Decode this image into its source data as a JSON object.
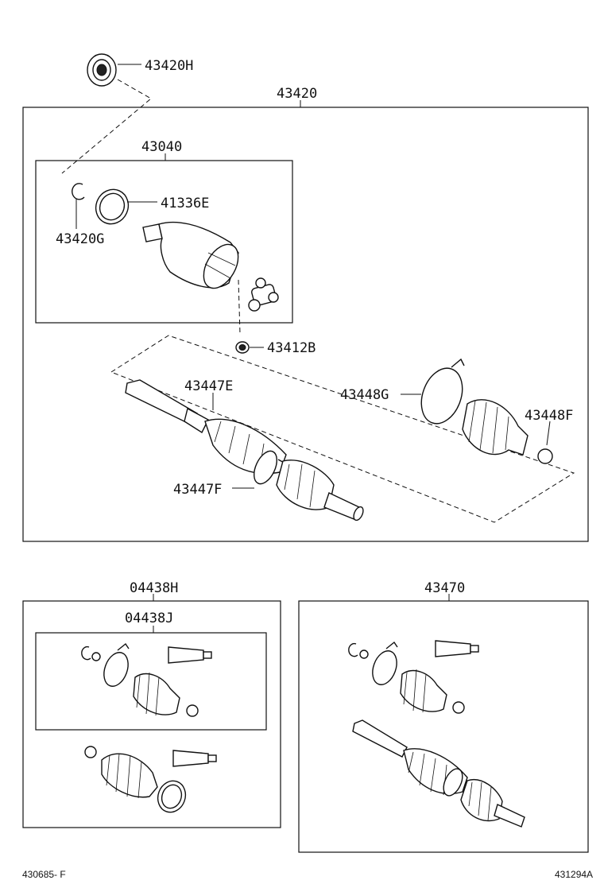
{
  "labels": {
    "p43420H": "43420H",
    "p43420": "43420",
    "p43040": "43040",
    "p41336E": "41336E",
    "p43420G": "43420G",
    "p43412B": "43412B",
    "p43447E": "43447E",
    "p43448G": "43448G",
    "p43448F": "43448F",
    "p43447F": "43447F",
    "p04438H": "04438H",
    "p04438J": "04438J",
    "p43470": "43470"
  },
  "footer": {
    "left_code": "430685- F",
    "right_code": "431294A"
  }
}
